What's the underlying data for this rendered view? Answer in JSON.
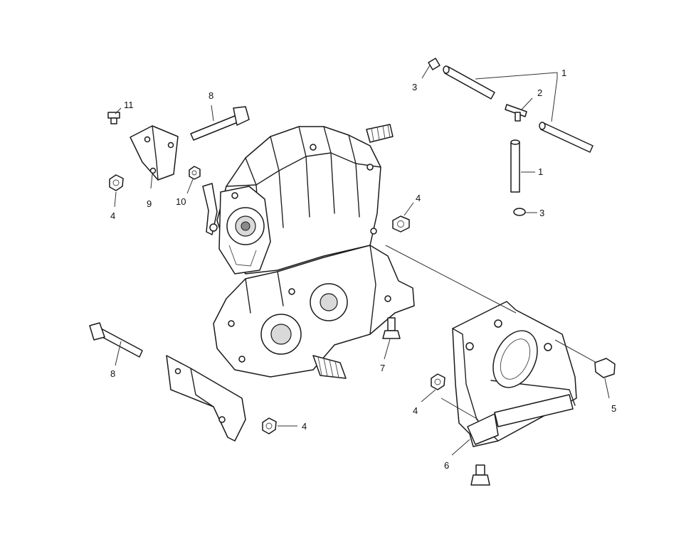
{
  "callouts": {
    "c1a": "1",
    "c1b": "1",
    "c2": "2",
    "c3a": "3",
    "c3b": "3",
    "c4a": "4",
    "c4b": "4",
    "c4c": "4",
    "c4d": "4",
    "c5": "5",
    "c6": "6",
    "c7": "7",
    "c8a": "8",
    "c8b": "8",
    "c9": "9",
    "c10": "10",
    "c11": "11"
  }
}
